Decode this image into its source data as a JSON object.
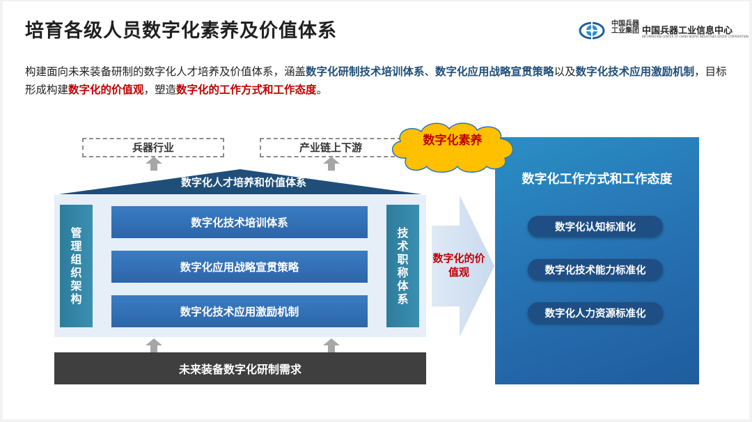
{
  "title": "培育各级人员数字化素养及价值体系",
  "logo": {
    "cn_short": "中国兵器工业集团",
    "cn_full": "中国兵器工业信息中心",
    "en": "INFORMATION CENTER OF CHINA NORTH INDUSTRIES GROUP CORPORATION"
  },
  "intro": {
    "p1": "构建面向未来装备研制的数字化人才培养及价值体系，涵盖",
    "b1": "数字化研制技术培训体系",
    "p2": "、",
    "b2": "数字化应用战略宣贯策略",
    "p3": "以及",
    "b3": "数字化技术应用激励机制",
    "p4": "，目标形成构建",
    "r1": "数字化的价值观",
    "p5": "，塑造",
    "r2": "数字化的工作方式和工作态度",
    "p6": "。"
  },
  "top_boxes": [
    "兵器行业",
    "产业链上下游"
  ],
  "roof_label": "数字化人才培养和价值体系",
  "left_pillar": "管理组织架构",
  "right_pillar": "技术职称体系",
  "bars": [
    "数字化技术培训体系",
    "数字化应用战略宣贯策略",
    "数字化技术应用激励机制"
  ],
  "base_label": "未来装备数字化研制需求",
  "arrow_label": "数字化的价值观",
  "cloud_label": "数字化素养",
  "right_panel": {
    "title": "数字化工作方式和工作态度",
    "items": [
      "数字化认知标准化",
      "数字化技术能力标准化",
      "数字化人力资源标准化"
    ]
  },
  "colors": {
    "accent_blue": "#1f4e79",
    "accent_red": "#c00000",
    "bar_blue": "#2d65a8",
    "pillar_teal": "#2e7c9c",
    "cloud_yellow": "#ffc000"
  }
}
